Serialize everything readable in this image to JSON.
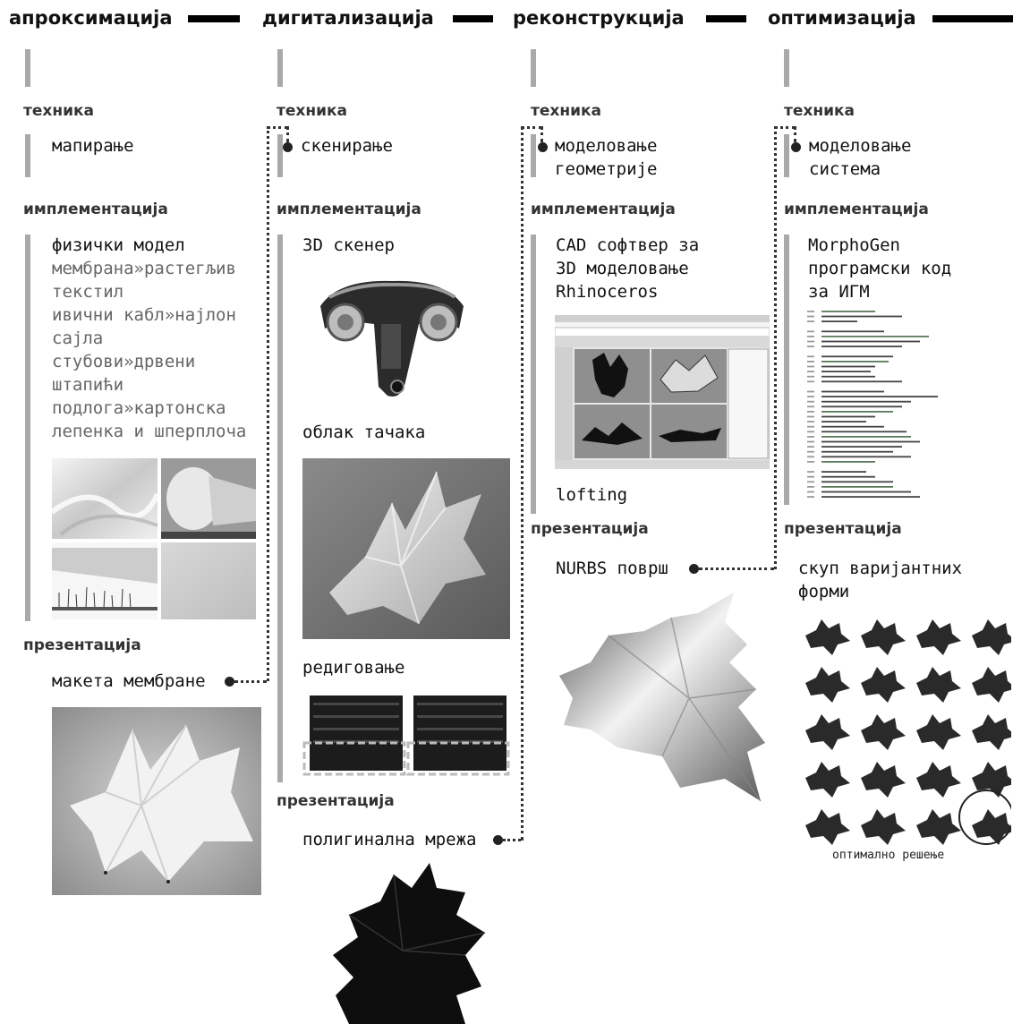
{
  "stages": [
    {
      "title": "апроксимација",
      "technique_heading": "техника",
      "technique": [
        "мапирање"
      ],
      "implementation_heading": "имплементација",
      "implementation": [
        {
          "text": "физички модел",
          "muted": false
        },
        {
          "text": "мембрана»растегљив",
          "muted": true
        },
        {
          "text": "текстил",
          "muted": true
        },
        {
          "text": "ивични кабл»најлон",
          "muted": true
        },
        {
          "text": "сајла",
          "muted": true
        },
        {
          "text": "стубови»дрвени",
          "muted": true
        },
        {
          "text": "штапићи",
          "muted": true
        },
        {
          "text": "подлога»картонска",
          "muted": true
        },
        {
          "text": "лепенка и шперплоча",
          "muted": true
        }
      ],
      "presentation_heading": "презентација",
      "presentation": "макета мембране"
    },
    {
      "title": "дигитализација",
      "technique_heading": "техника",
      "technique": [
        "скенирање"
      ],
      "implementation_heading": "имплементација",
      "implementation": [
        {
          "text": "3D скенер"
        }
      ],
      "extra_1": "облак тачака",
      "extra_2": "редиговање",
      "presentation_heading": "презентација",
      "presentation": "полигинална мрежа"
    },
    {
      "title": "реконструкција",
      "technique_heading": "техника",
      "technique": [
        "моделовање",
        "геометрије"
      ],
      "implementation_heading": "имплементација",
      "implementation": [
        {
          "text": "CAD софтвер за"
        },
        {
          "text": "3D моделовање"
        },
        {
          "text": "Rhinoceros"
        }
      ],
      "extra_1": "lofting",
      "presentation_heading": "презентација",
      "presentation": "NURBS површ"
    },
    {
      "title": "оптимизација",
      "technique_heading": "техника",
      "technique": [
        "моделовање",
        "система"
      ],
      "implementation_heading": "имплементација",
      "implementation": [
        {
          "text": "MorphoGen"
        },
        {
          "text": "програмски код"
        },
        {
          "text": "за ИГМ"
        }
      ],
      "presentation_heading": "презентација",
      "presentation": [
        "скуп варијантних",
        "форми"
      ],
      "optimal_label": "оптимално решење"
    }
  ],
  "colors": {
    "bar": "#a9a9a9",
    "header_bar": "#000000",
    "text": "#111111",
    "muted_text": "#666666"
  },
  "icons": [
    "laser-scanner-icon",
    "membrane-surface-icon",
    "code-listing-icon",
    "rhino-ui-icon"
  ]
}
